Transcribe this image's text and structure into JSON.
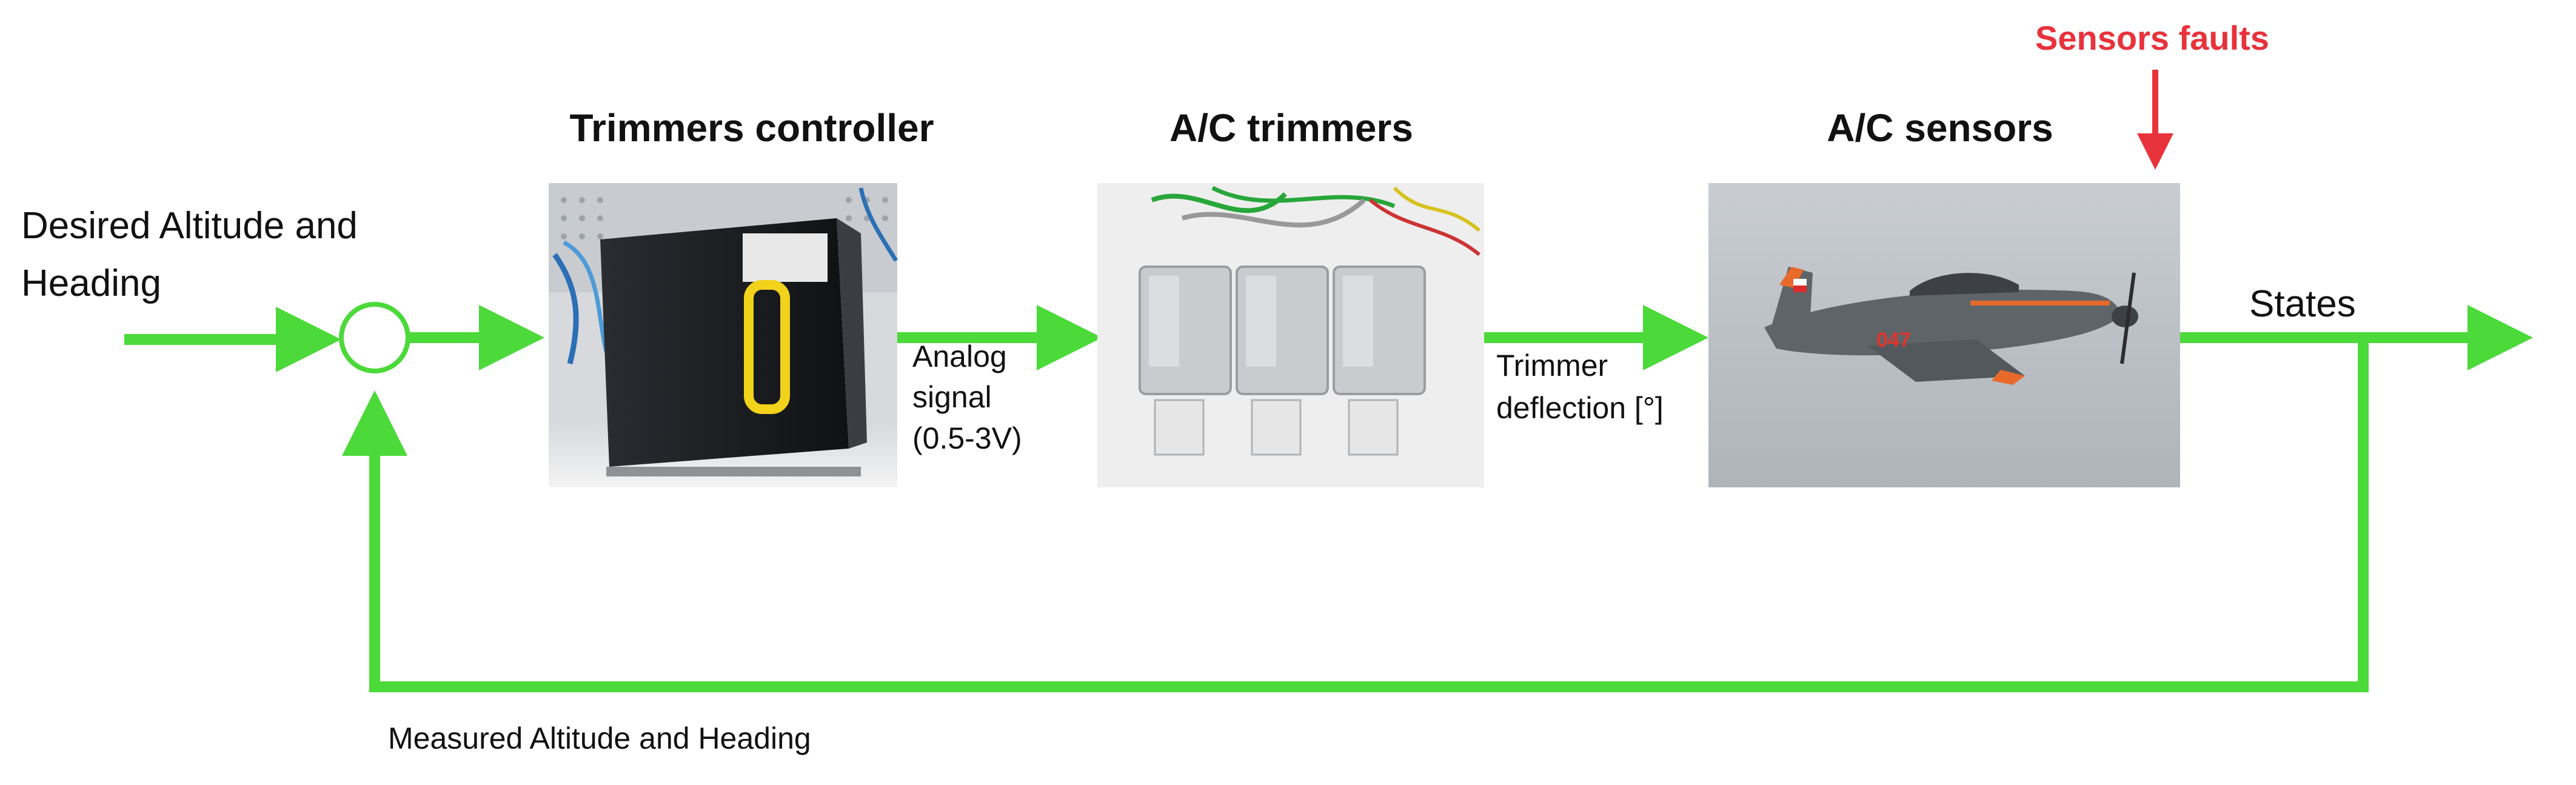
{
  "colors": {
    "signal": "#4cd93a",
    "fault": "#e8323c",
    "text": "#111111"
  },
  "input": {
    "line1": "Desired Altitude and",
    "line2": "Heading"
  },
  "blocks": {
    "controller": {
      "title": "Trimmers controller",
      "image": "trimmers-controller-photo"
    },
    "trimmers": {
      "title": "A/C trimmers",
      "image": "trimmer-actuators-photo"
    },
    "sensors": {
      "title": "A/C sensors",
      "image": "aircraft-photo"
    }
  },
  "signals": {
    "analog": {
      "line1": "Analog",
      "line2": "signal",
      "line3": "(0.5-3V)"
    },
    "deflection": {
      "line1": "Trimmer",
      "line2": "deflection [°]"
    },
    "states": "States",
    "feedback": "Measured Altitude and Heading",
    "fault": "Sensors faults"
  },
  "photo_details": {
    "aircraft_marking": "047"
  }
}
